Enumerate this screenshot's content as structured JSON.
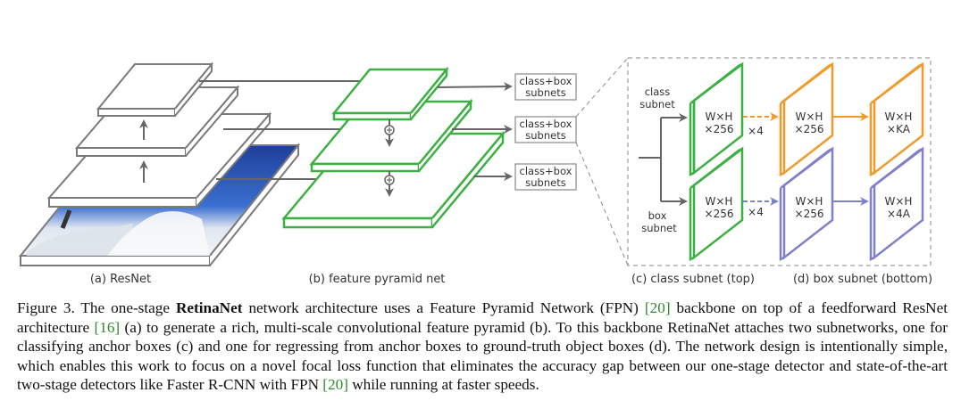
{
  "colors": {
    "resnet": "#7a7a7a",
    "fpn": "#3cb043",
    "class_subnet": "#f09a2a",
    "box_subnet": "#8080c8",
    "arrow": "#666666",
    "citation": "#2f8a2f"
  },
  "figure": {
    "panel_a_label": "(a) ResNet",
    "panel_b_label": "(b) feature pyramid net",
    "panel_c_label": "(c) class subnet (top)",
    "panel_d_label": "(d) box subnet (bottom)",
    "subnet_boxes": [
      {
        "line1": "class+box",
        "line2": "subnets"
      },
      {
        "line1": "class+box",
        "line2": "subnets"
      },
      {
        "line1": "class+box",
        "line2": "subnets"
      }
    ],
    "class_subnet_label": {
      "line1": "class",
      "line2": "subnet"
    },
    "box_subnet_label": {
      "line1": "box",
      "line2": "subnet"
    },
    "tensors": {
      "input_top": {
        "line1": "W×H",
        "line2": "×256"
      },
      "input_bottom": {
        "line1": "W×H",
        "line2": "×256"
      },
      "class_mid": {
        "line1": "W×H",
        "line2": "×256"
      },
      "class_out": {
        "line1": "W×H",
        "line2": "×KA"
      },
      "box_mid": {
        "line1": "W×H",
        "line2": "×256"
      },
      "box_out": {
        "line1": "W×H",
        "line2": "×4A"
      }
    },
    "repeat_label_top": "×4",
    "repeat_label_bottom": "×4"
  },
  "caption": {
    "prefix": "Figure 3. The one-stage ",
    "bold": "RetinaNet",
    "part1": " network architecture uses a Feature Pyramid Network (FPN) ",
    "cite1": "[20]",
    "part2": " backbone on top of a feedforward ResNet architecture ",
    "cite2": "[16]",
    "part3": " (a) to generate a rich, multi-scale convolutional feature pyramid (b). To this backbone RetinaNet attaches two subnetworks, one for classifying anchor boxes (c) and one for regressing from anchor boxes to ground-truth object boxes (d). The network design is intentionally simple, which enables this work to focus on a novel focal loss function that eliminates the accuracy gap between our one-stage detector and state-of-the-art two-stage detectors like Faster R-CNN with FPN ",
    "cite3": "[20]",
    "part4": " while running at faster speeds."
  }
}
